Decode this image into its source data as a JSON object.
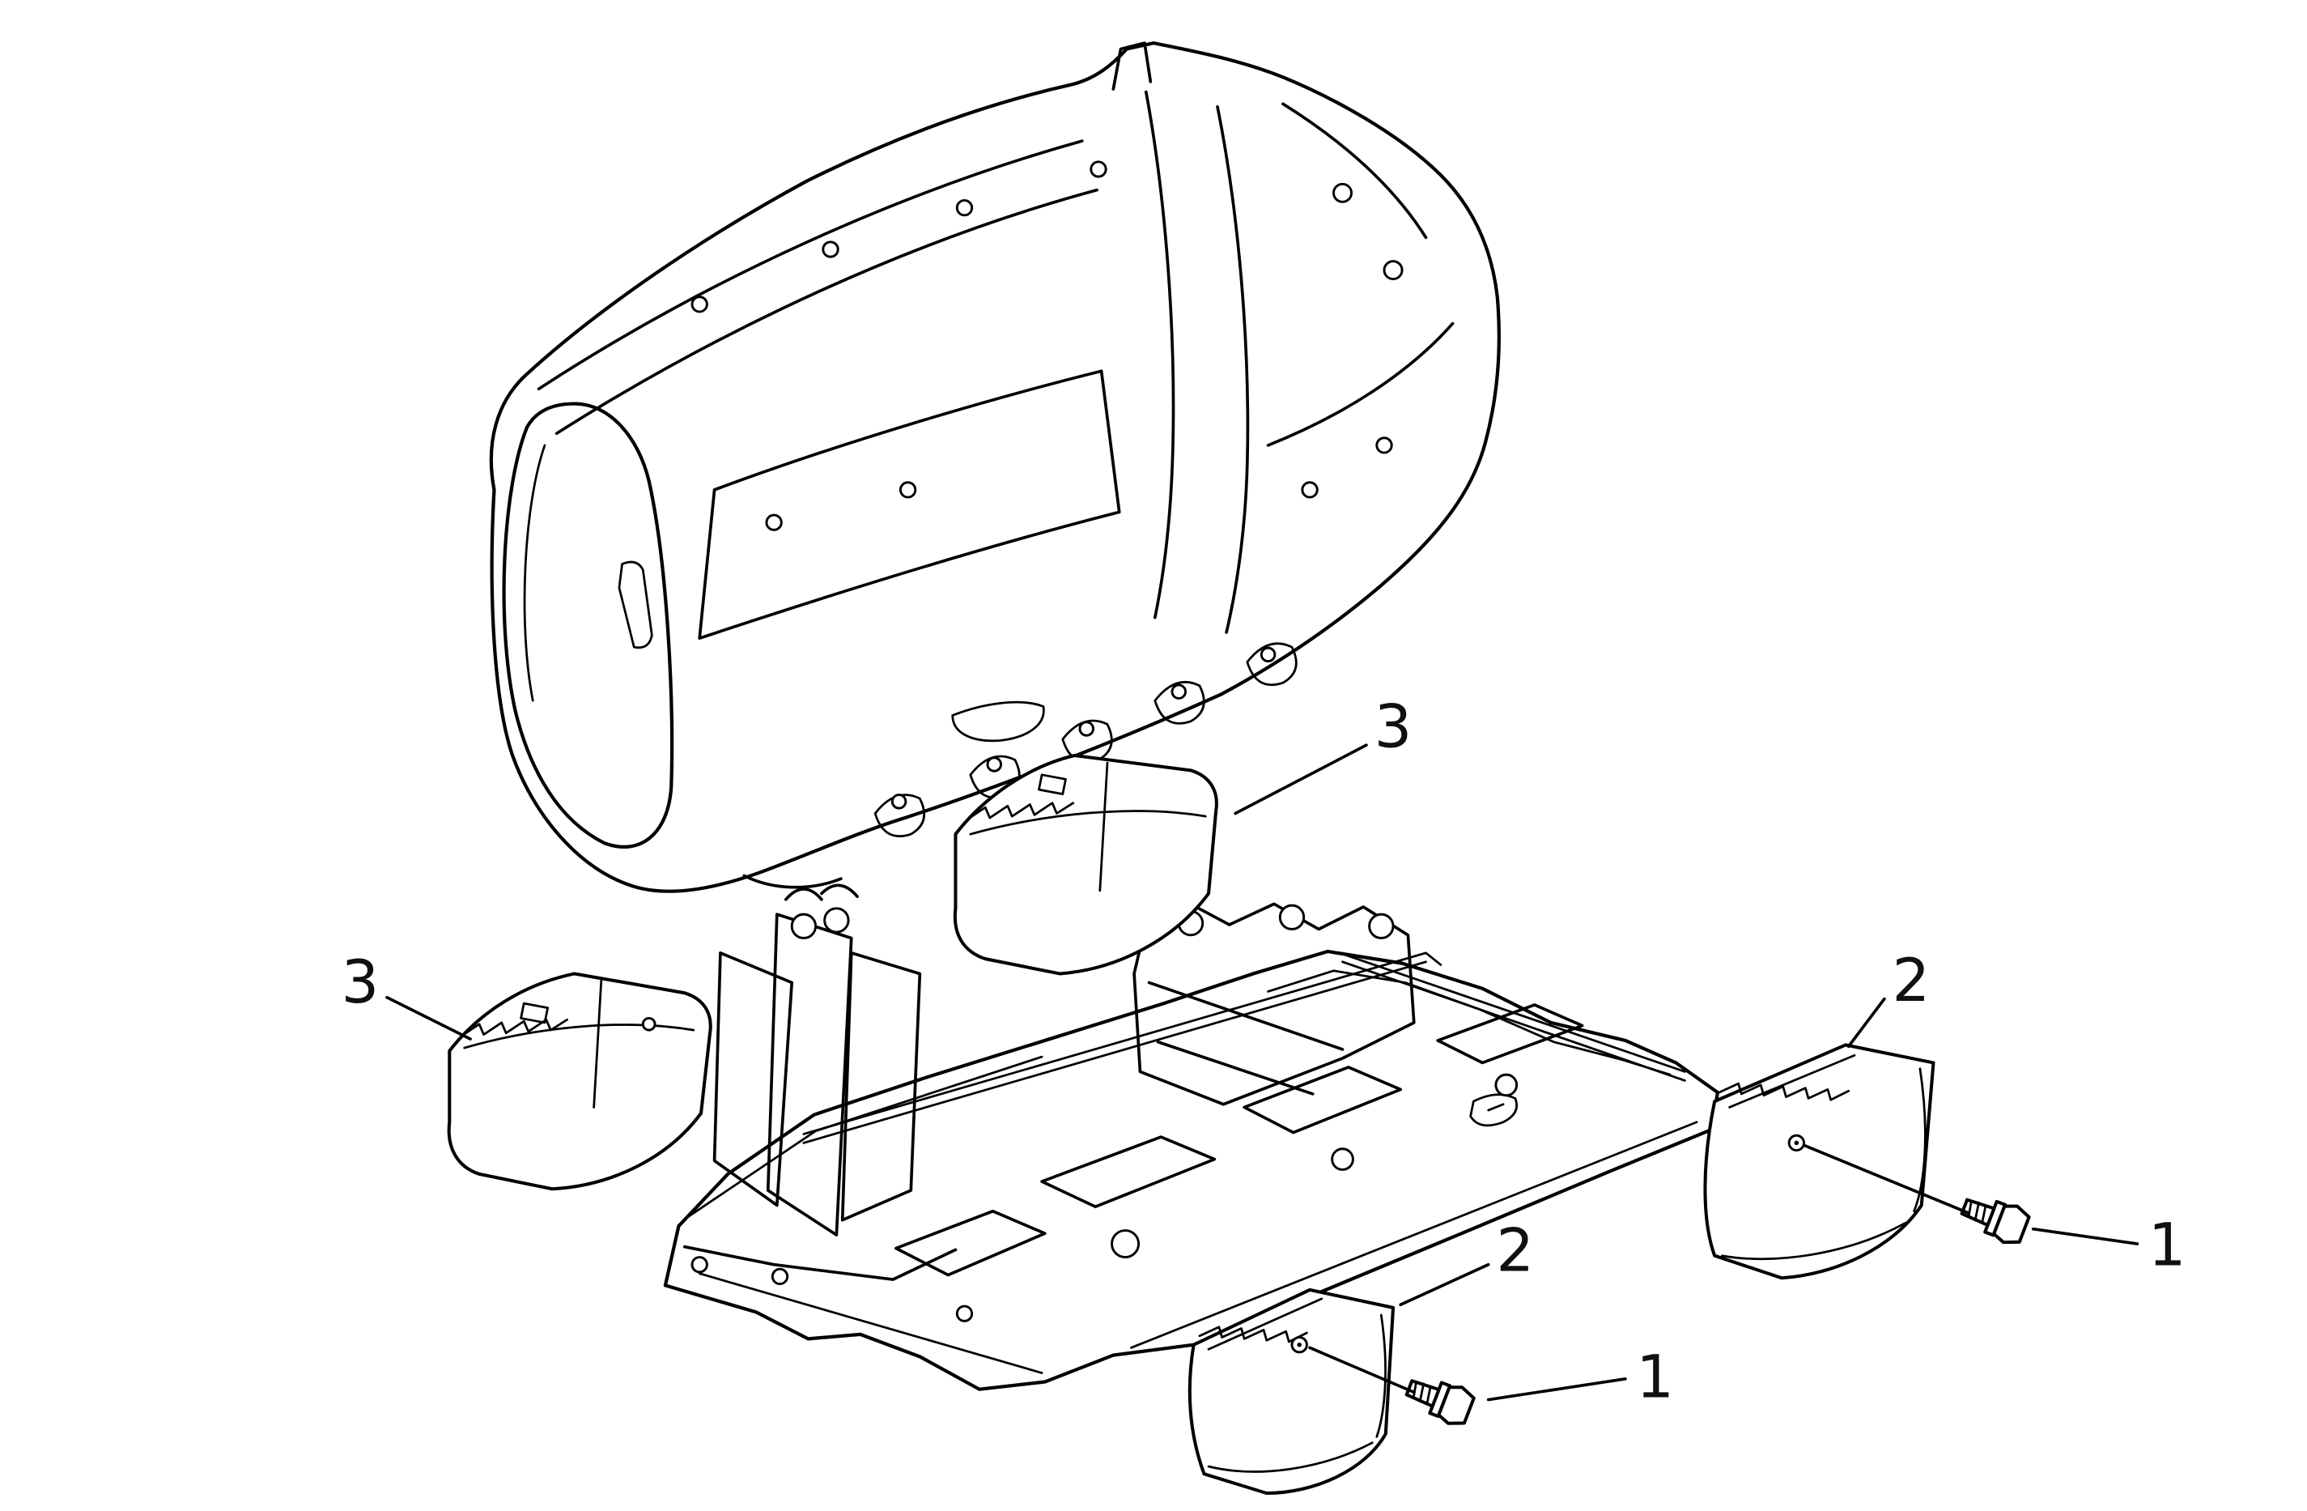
{
  "diagram": {
    "background_color": "#ffffff",
    "line_color": "#000000",
    "callouts": [
      {
        "label": "3"
      },
      {
        "label": "3"
      },
      {
        "label": "2"
      },
      {
        "label": "2"
      },
      {
        "label": "1"
      },
      {
        "label": "1"
      }
    ]
  }
}
